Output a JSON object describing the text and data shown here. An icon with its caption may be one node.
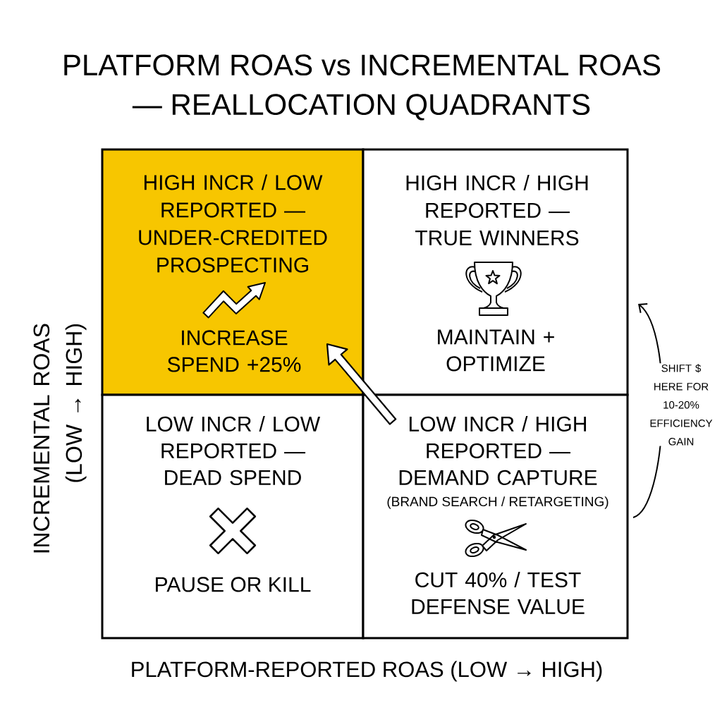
{
  "diagram": {
    "title": "PLATFORM ROAS vs INCREMENTAL ROAS — REALLOCATION QUADRANTS",
    "nodes": [
      {
        "text": [
          "HIGH INCR / LOW REPORTED — UNDER-CREDITED PROSPECTING",
          "INCREASE SPEND +25%"
        ]
      },
      {
        "text": [
          "HIGH INCR / HIGH REPORTED — TRUE WINNERS",
          "MAINTAIN + OPTIMIZE"
        ]
      },
      {
        "text": [
          "LOW INCR / LOW REPORTED — DEAD SPEND",
          "PAUSE OR KILL"
        ]
      },
      {
        "text": [
          "LOW INCR / HIGH REPORTED — DEMAND CAPTURE",
          "(BRAND SEARCH / RETARGETING)",
          "CUT 40% / TEST DEFENSE VALUE"
        ]
      }
    ],
    "edges": [
      {
        "from": 3,
        "to": 0,
        "arrow": "to",
        "style": "thick"
      },
      {
        "from": 3,
        "to": 1,
        "arrow": "to",
        "label": "SHIFT $ HERE FOR 10-20% EFFICIENCY GAIN"
      }
    ],
    "labels": [
      "INCREMENTAL ROAS (LOW → HIGH)",
      "PLATFORM-REPORTED ROAS (LOW → HIGH)"
    ]
  }
}
